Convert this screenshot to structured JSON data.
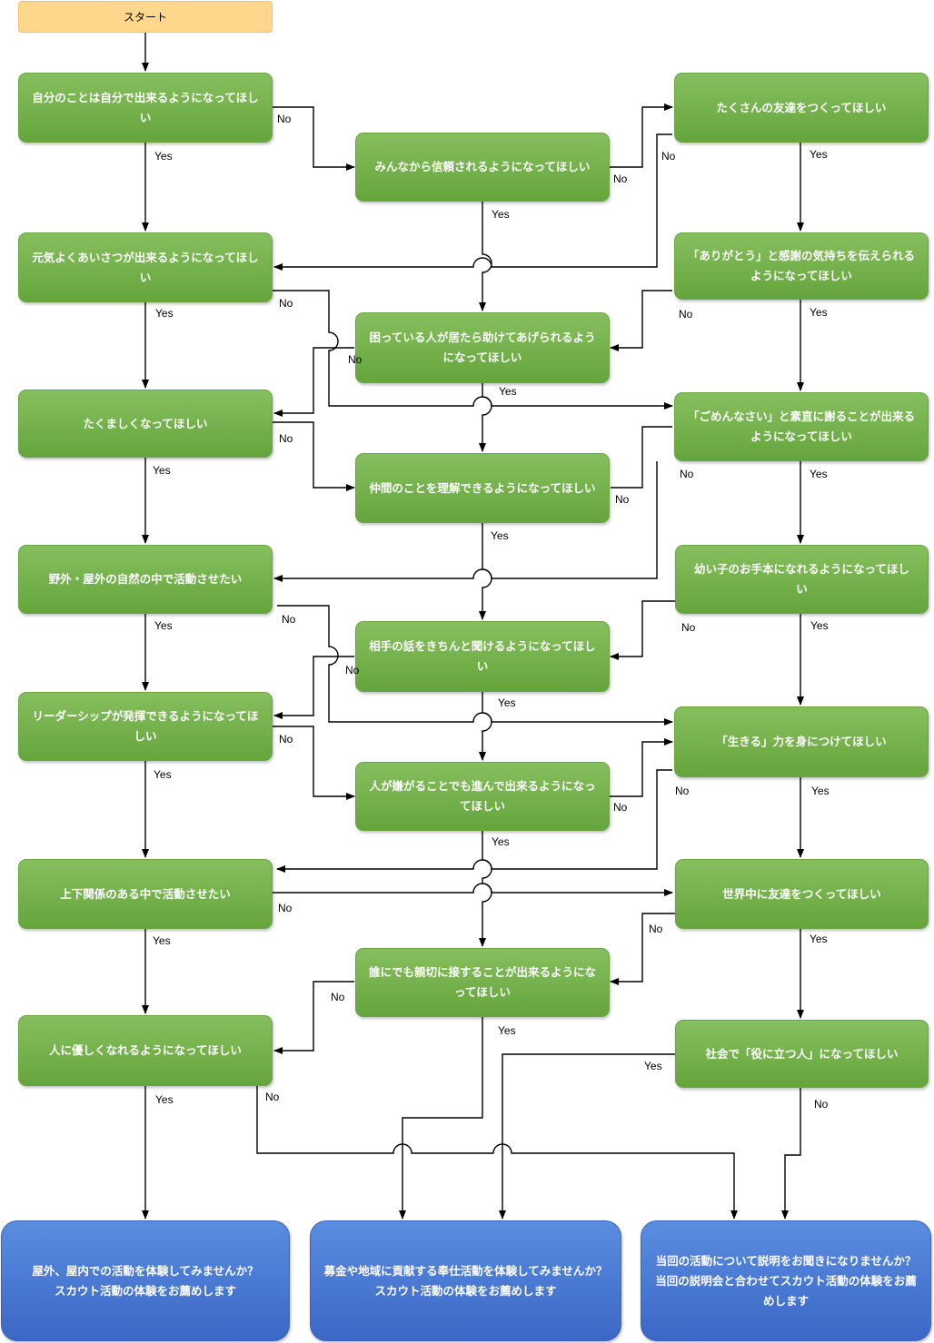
{
  "start": "スタート",
  "nodes": {
    "q1": "自分のことは自分で出来るようになってほしい",
    "q2": "みんなから信頼されるようになってほしい",
    "q3": "たくさんの友達をつくってほしい",
    "q4": "元気よくあいさつが出来るようになってほしい",
    "q5": "「ありがとう」と感謝の気持ちを伝えられるようになってほしい",
    "q6": "困っている人が居たら助けてあげられるようになってほしい",
    "q7": "たくましくなってほしい",
    "q8": "「ごめんなさい」と素直に謝ることが出来るようになってほしい",
    "q9": "仲間のことを理解できるようになってほしい",
    "q10": "野外・屋外の自然の中で活動させたい",
    "q11": "幼い子のお手本になれるようになってほしい",
    "q12": "相手の話をきちんと聞けるようになってほしい",
    "q13": "リーダーシップが発揮できるようになってほしい",
    "q14": "「生きる」力を身につけてほしい",
    "q15": "人が嫌がることでも進んで出来るようになってほしい",
    "q16": "上下関係のある中で活動させたい",
    "q17": "世界中に友達をつくってほしい",
    "q18": "誰にでも親切に接することが出来るようになってほしい",
    "q19": "人に優しくなれるようになってほしい",
    "q20": "社会で「役に立つ人」になってほしい"
  },
  "results": {
    "r1_line1": "屋外、屋内での活動を体験してみませんか？",
    "r1_line2": "スカウト活動の体験をお薦めします",
    "r2_line1": "募金や地域に貢献する奉仕活動を体験してみませんか？",
    "r2_line2": "スカウト活動の体験をお薦めします",
    "r3_line1": "当回の活動について説明をお聞きになりませんか？",
    "r3_line2": "当回の説明会と合わせてスカウト活動の体験をお薦めします"
  },
  "labels": {
    "yes": "Yes",
    "no": "No"
  },
  "colors": {
    "question": "#6aab42",
    "result": "#4a79d4",
    "start": "#fed78c"
  }
}
